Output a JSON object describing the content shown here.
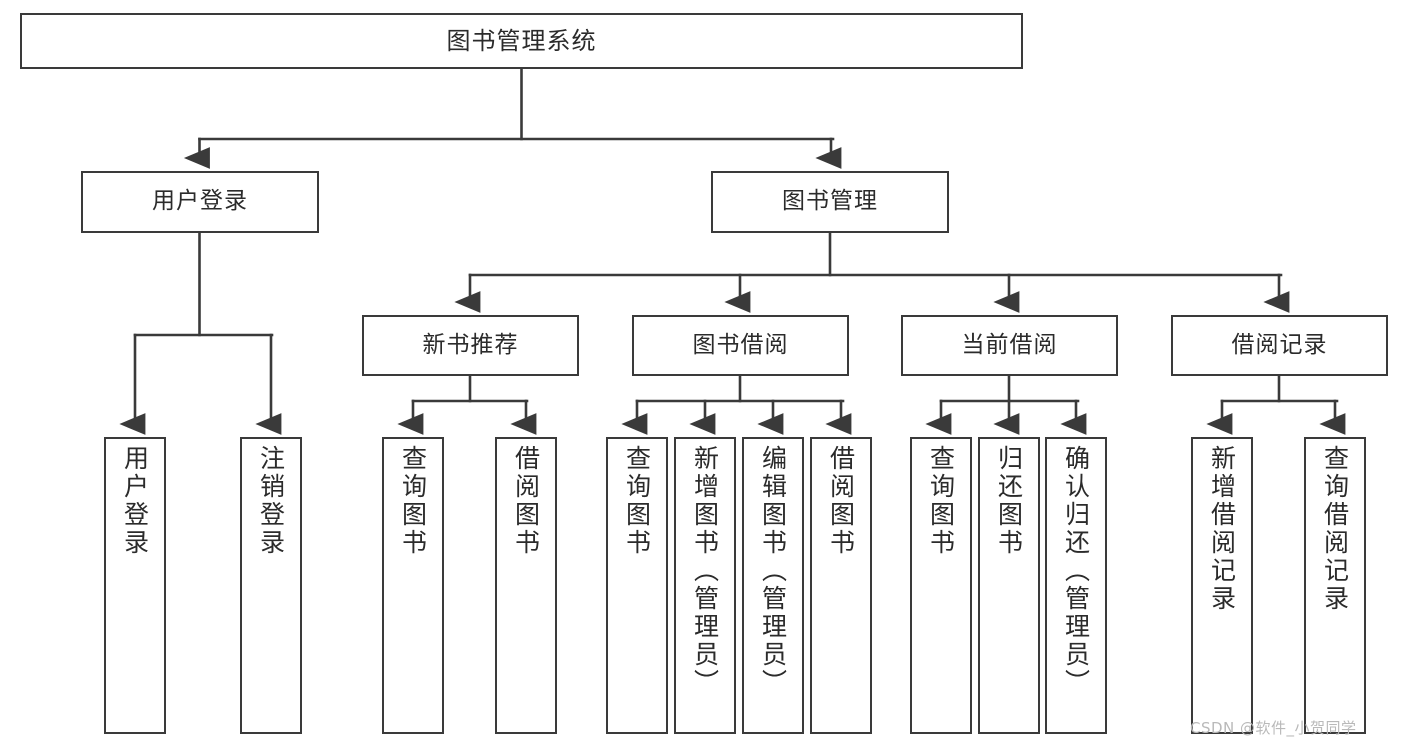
{
  "diagram": {
    "title": "图书管理系统",
    "type": "tree",
    "colors": {
      "box_border": "#3a3a3a",
      "box_fill": "#ffffff",
      "edge": "#3a3a3a",
      "text": "#2b2b2b",
      "watermark": "#b9b9b9",
      "background": "#ffffff"
    },
    "nodes": {
      "root": {
        "label": "图书管理系统"
      },
      "level2": [
        {
          "id": "user-login",
          "label": "用户登录"
        },
        {
          "id": "book-manage",
          "label": "图书管理"
        }
      ],
      "level3": [
        {
          "id": "new-book-recommend",
          "label": "新书推荐"
        },
        {
          "id": "book-borrow",
          "label": "图书借阅"
        },
        {
          "id": "current-borrow",
          "label": "当前借阅"
        },
        {
          "id": "borrow-record",
          "label": "借阅记录"
        }
      ],
      "leaves": {
        "user-login": [
          {
            "id": "leaf-user-login",
            "label": "用户登录"
          },
          {
            "id": "leaf-user-logout",
            "label": "注销登录"
          }
        ],
        "new-book-recommend": [
          {
            "id": "leaf-query-book-1",
            "label": "查询图书"
          },
          {
            "id": "leaf-borrow-book-1",
            "label": "借阅图书"
          }
        ],
        "book-borrow": [
          {
            "id": "leaf-query-book-2",
            "label": "查询图书"
          },
          {
            "id": "leaf-add-book-admin",
            "label": "新增图书（管理员）"
          },
          {
            "id": "leaf-edit-book-admin",
            "label": "编辑图书（管理员）"
          },
          {
            "id": "leaf-borrow-book-2",
            "label": "借阅图书"
          }
        ],
        "current-borrow": [
          {
            "id": "leaf-query-book-3",
            "label": "查询图书"
          },
          {
            "id": "leaf-return-book",
            "label": "归还图书"
          },
          {
            "id": "leaf-confirm-return-admin",
            "label": "确认归还（管理员）"
          }
        ],
        "borrow-record": [
          {
            "id": "leaf-add-borrow-record",
            "label": "新增借阅记录"
          },
          {
            "id": "leaf-query-borrow-record",
            "label": "查询借阅记录"
          }
        ]
      }
    },
    "watermark": "CSDN @软件_小贺同学"
  }
}
